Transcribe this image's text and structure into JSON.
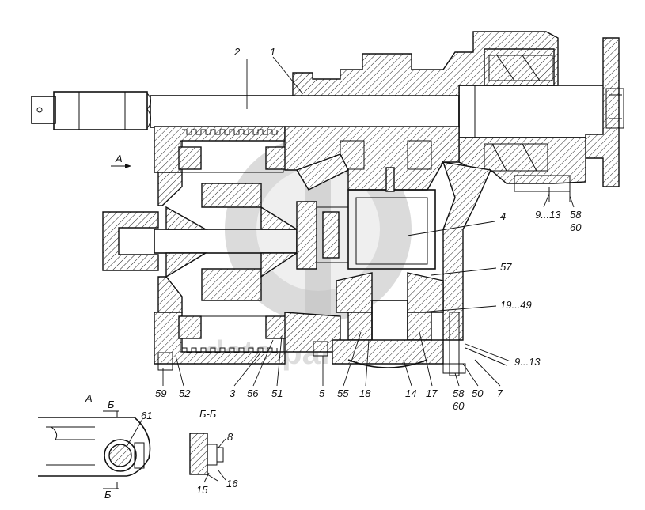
{
  "labels": {
    "l1": "1",
    "l2": "2",
    "l3": "3",
    "l4": "4",
    "l5": "5",
    "l7": "7",
    "l8": "8",
    "l14": "14",
    "l15": "15",
    "l16": "16",
    "l17": "17",
    "l18": "18",
    "l19_49": "19...49",
    "l50": "50",
    "l51": "51",
    "l52": "52",
    "l55": "55",
    "l56": "56",
    "l57": "57",
    "l58_top": "58",
    "l60_top": "60",
    "l58_bot": "58",
    "l60_bot": "60",
    "l59": "59",
    "l61": "61",
    "l9_13_top": "9...13",
    "l9_13_bot": "9...13"
  },
  "views": {
    "view_a_arrow": "A",
    "view_a_title": "A",
    "section_title": "Б-Б",
    "section_mark_top": "Б",
    "section_mark_bot": "Б"
  },
  "watermark": {
    "text": "data parts"
  }
}
